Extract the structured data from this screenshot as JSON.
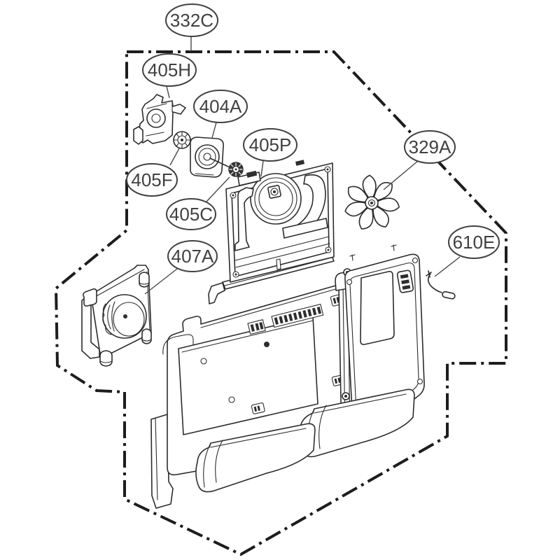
{
  "diagram": {
    "kind": "exploded-parts-diagram",
    "background": "#ffffff",
    "line_color": "#2c2c2e",
    "boundary_color": "#1d1d1f",
    "label_color": "#414042",
    "callouts": [
      {
        "label": "332C"
      },
      {
        "label": "405H"
      },
      {
        "label": "404A"
      },
      {
        "label": "405P"
      },
      {
        "label": "329A"
      },
      {
        "label": "610E"
      },
      {
        "label": "405F"
      },
      {
        "label": "405C"
      },
      {
        "label": "407A"
      }
    ]
  }
}
